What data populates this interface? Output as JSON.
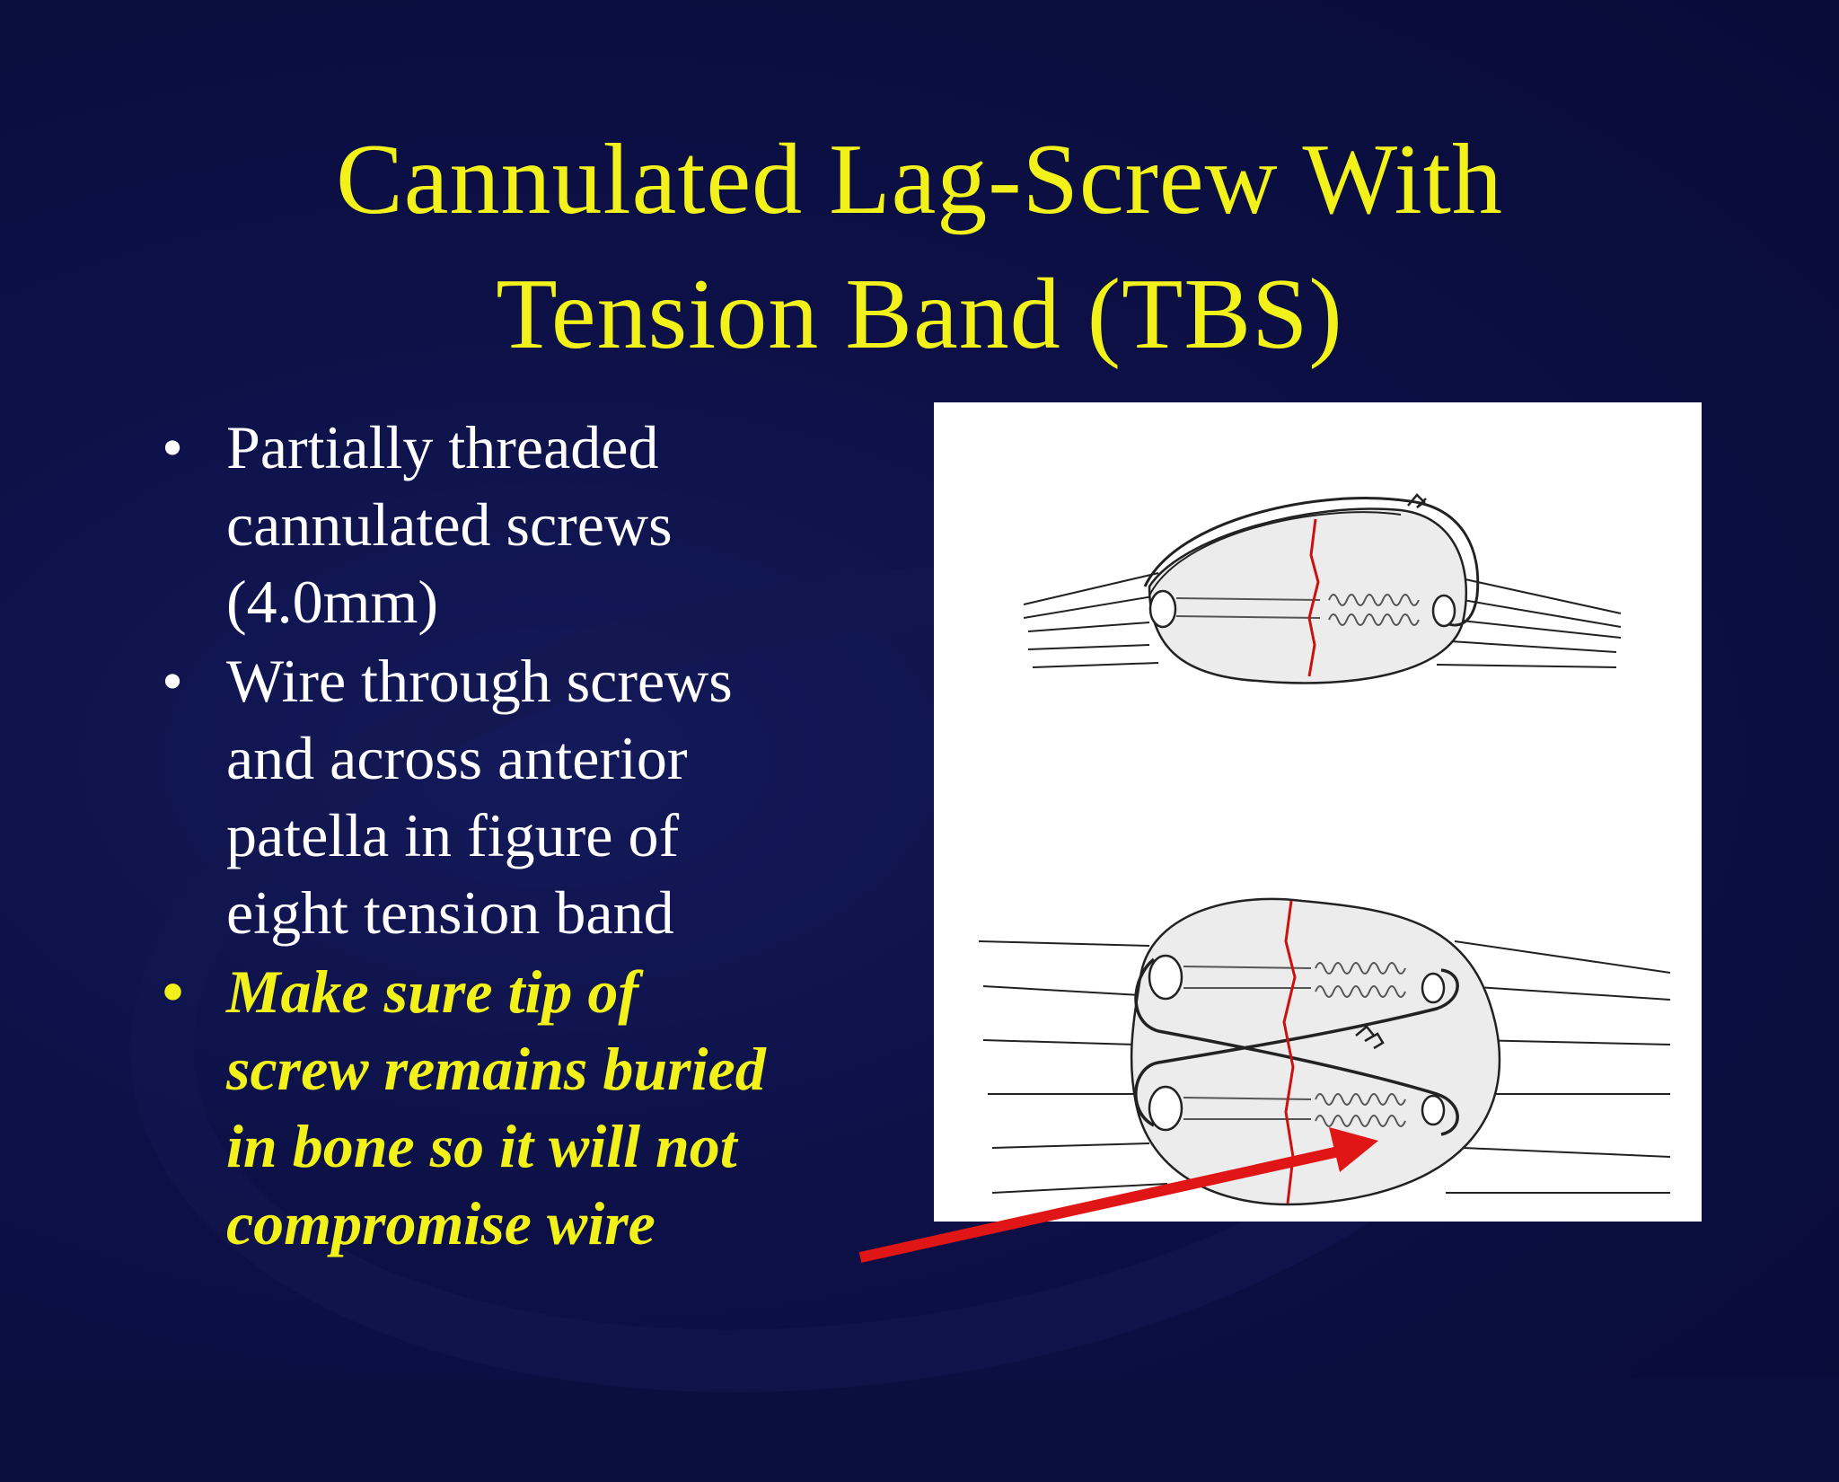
{
  "slide": {
    "title_line1": "Cannulated Lag-Screw With",
    "title_line2": "Tension Band (TBS)",
    "bullets": [
      {
        "lines": [
          "Partially threaded",
          "cannulated screws",
          "(4.0mm)"
        ]
      },
      {
        "lines": [
          "Wire through screws",
          "and across anterior",
          "patella in figure of",
          "eight tension band"
        ]
      },
      {
        "lines": [
          "Make sure tip of",
          "screw remains buried",
          "in bone so it will not",
          "compromise wire"
        ]
      }
    ],
    "bullet_glyph": "•",
    "colors": {
      "background": "#0b0f3f",
      "title": "#f2f21a",
      "body_text": "#ffffff",
      "emphasis_text": "#f2f21a",
      "fracture_line": "#cc1111",
      "arrow": "#e01515"
    }
  }
}
